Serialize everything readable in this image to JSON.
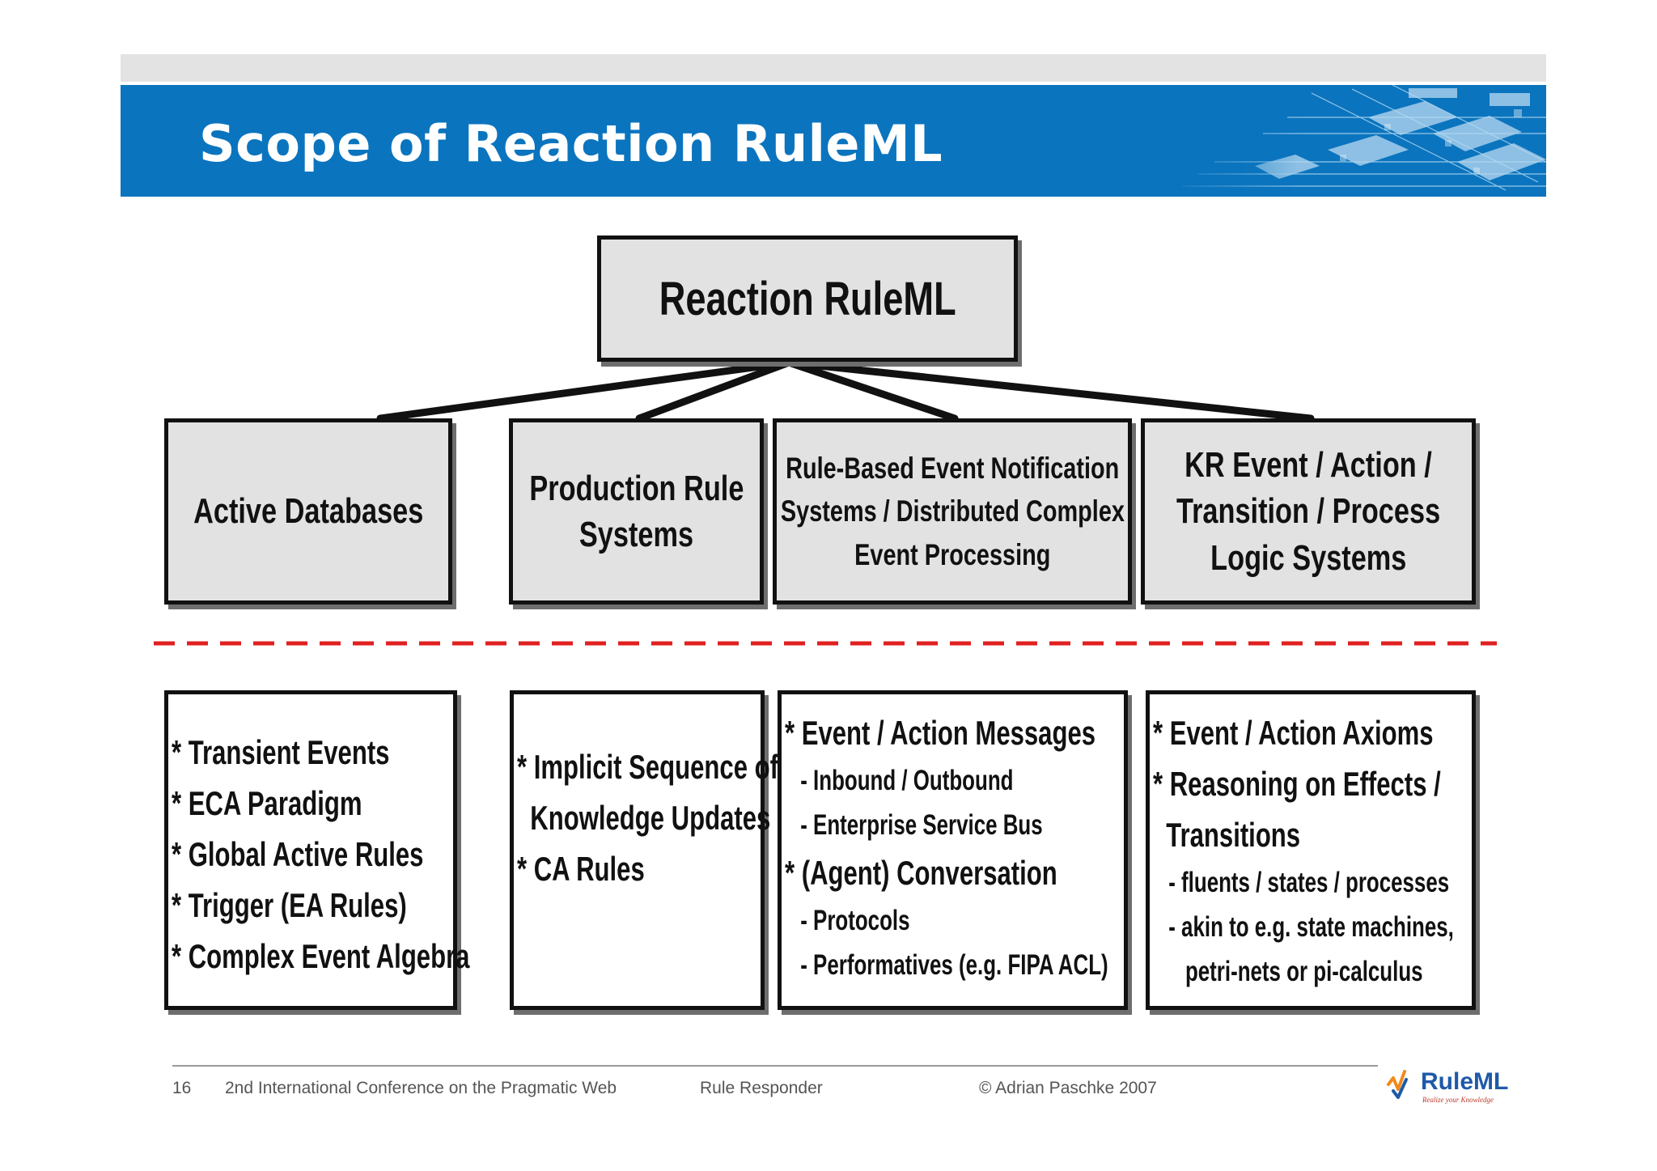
{
  "slide": {
    "title": "Scope of Reaction RuleML"
  },
  "diagram": {
    "root": "Reaction RuleML",
    "categories": [
      {
        "lines": [
          "Active Databases"
        ]
      },
      {
        "lines": [
          "Production Rule",
          "Systems"
        ]
      },
      {
        "lines": [
          "Rule-Based Event Notification",
          "Systems / Distributed Complex",
          "Event Processing"
        ]
      },
      {
        "lines": [
          "KR  Event / Action /",
          "Transition / Process",
          "Logic Systems"
        ]
      }
    ],
    "features": [
      {
        "rows": [
          {
            "text": "* Transient Events",
            "kind": "main"
          },
          {
            "text": "* ECA Paradigm",
            "kind": "main"
          },
          {
            "text": "* Global Active Rules",
            "kind": "main"
          },
          {
            "text": "* Trigger (EA Rules)",
            "kind": "main"
          },
          {
            "text": "* Complex Event Algebra",
            "kind": "main"
          }
        ]
      },
      {
        "rows": [
          {
            "text": "* Implicit Sequence of",
            "kind": "main"
          },
          {
            "text": "Knowledge Updates",
            "kind": "cont"
          },
          {
            "text": "* CA Rules",
            "kind": "main"
          }
        ]
      },
      {
        "rows": [
          {
            "text": "* Event / Action Messages",
            "kind": "main"
          },
          {
            "text": "- Inbound  / Outbound",
            "kind": "sub"
          },
          {
            "text": "- Enterprise Service Bus",
            "kind": "sub"
          },
          {
            "text": "* (Agent) Conversation",
            "kind": "main"
          },
          {
            "text": "- Protocols",
            "kind": "sub"
          },
          {
            "text": "- Performatives (e.g. FIPA ACL)",
            "kind": "sub"
          }
        ]
      },
      {
        "rows": [
          {
            "text": "* Event /   Action Axioms",
            "kind": "main"
          },
          {
            "text": "* Reasoning on Effects /",
            "kind": "main"
          },
          {
            "text": "Transitions",
            "kind": "cont"
          },
          {
            "text": "- fluents / states / processes",
            "kind": "sub"
          },
          {
            "text": "- akin to e.g. state machines,",
            "kind": "sub"
          },
          {
            "text": "petri-nets or pi-calculus",
            "kind": "cont-sub"
          }
        ]
      }
    ],
    "colors": {
      "header_blue": "#0b74be",
      "box_fill": "#e2e2e2",
      "divider_red": "#e02020"
    }
  },
  "footer": {
    "page_number": "16",
    "conference": "2nd International Conference on the Pragmatic Web",
    "talk": "Rule Responder",
    "copyright": "© Adrian Paschke 2007",
    "logo_text": "RuleML",
    "logo_tagline": "Realize your Knowledge"
  }
}
